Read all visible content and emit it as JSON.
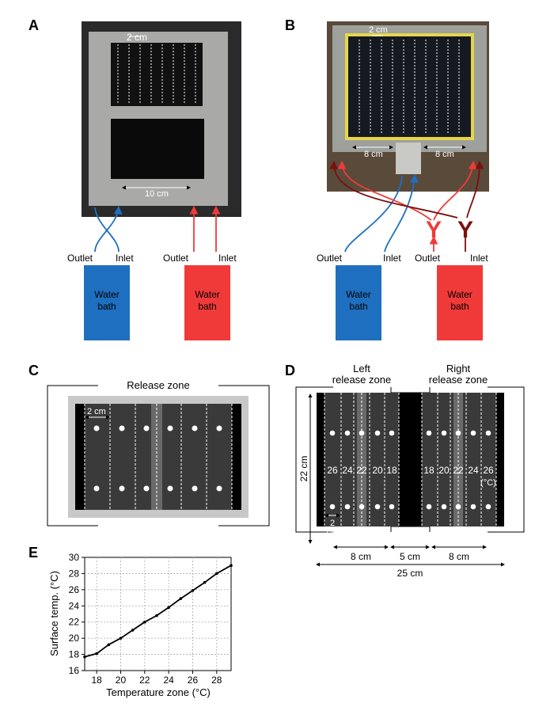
{
  "panels": {
    "a": "A",
    "b": "B",
    "c": "C",
    "d": "D",
    "e": "E"
  },
  "panel_a": {
    "top_dim": "2 cm",
    "bottom_dim": "10 cm",
    "outlet": "Outlet",
    "inlet": "Inlet",
    "bath_line1": "Water",
    "bath_line2": "bath"
  },
  "panel_b": {
    "top_dim": "2 cm",
    "dim_8cm": "8 cm",
    "outlet": "Outlet",
    "inlet": "Inlet",
    "bath_line1": "Water",
    "bath_line2": "bath",
    "y_glyph": "Y"
  },
  "panel_c": {
    "release_zone": "Release zone",
    "dim_2cm": "2 cm"
  },
  "panel_d": {
    "left_release_1": "Left",
    "left_release_2": "release zone",
    "right_release_1": "Right",
    "right_release_2": "release zone",
    "height": "22 cm",
    "temps_left": [
      "26",
      "24",
      "22",
      "20",
      "18"
    ],
    "temps_right": [
      "18",
      "20",
      "22",
      "24",
      "26"
    ],
    "unit": "(°C)",
    "dim_2_a": "2",
    "dim_2_b": "cm",
    "dim_8cm": "8 cm",
    "dim_5cm": "5 cm",
    "dim_25cm": "25 cm"
  },
  "colors": {
    "cold": "#1f6fc0",
    "hot": "#f03a3a",
    "dark_red": "#7a1010",
    "plate": "#3a3a3a",
    "frame": "#c8c8c8"
  },
  "chart_data": {
    "type": "line",
    "xlabel": "Temperature zone (°C)",
    "ylabel": "Surface temp. (°C)",
    "xlim": [
      17,
      29.2
    ],
    "ylim": [
      16,
      30
    ],
    "xticks": [
      18,
      20,
      22,
      24,
      26,
      28
    ],
    "yticks": [
      16,
      18,
      20,
      22,
      24,
      26,
      28,
      30
    ],
    "grid": true,
    "x": [
      17,
      18,
      19,
      20,
      21,
      22,
      23,
      24,
      25,
      26,
      27,
      28,
      29.2
    ],
    "y": [
      17.7,
      18.1,
      19.2,
      20.0,
      21.0,
      22.0,
      22.8,
      23.8,
      24.9,
      25.9,
      26.9,
      28.0,
      29.0
    ]
  }
}
